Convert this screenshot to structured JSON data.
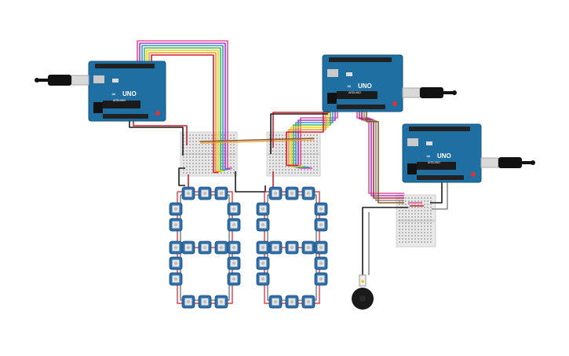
{
  "app": {
    "name": "",
    "canvas_label": ""
  },
  "boards": [
    {
      "id": "arduino-1",
      "logo": "∞",
      "model": "UNO",
      "brand": "ARDUINO"
    },
    {
      "id": "arduino-2",
      "logo": "∞",
      "model": "UNO",
      "brand": "ARDUINO"
    },
    {
      "id": "arduino-3",
      "logo": "∞",
      "model": "UNO",
      "brand": "ARDUINO"
    }
  ],
  "breadboards": [
    {
      "id": "breadboard-1"
    },
    {
      "id": "breadboard-2"
    },
    {
      "id": "breadboard-3"
    }
  ],
  "displays": [
    {
      "id": "seven-segment-digit-1",
      "type": "led-pixel-segments"
    },
    {
      "id": "seven-segment-digit-2",
      "type": "led-pixel-segments"
    }
  ],
  "buzzer": {
    "id": "piezo-buzzer"
  },
  "usb_cables": [
    {
      "id": "usb-cable-1"
    },
    {
      "id": "usb-cable-2"
    },
    {
      "id": "usb-cable-3"
    }
  ],
  "colors": {
    "board": "#1f6fa3",
    "board_dark": "#145580",
    "breadboard": "#e8e8e8",
    "neopixel": "#2f6fa8",
    "wire_red": "#d11f2f",
    "wire_black": "#1a1a1a",
    "wire_orange": "#f39c24",
    "wire_yellow": "#f2d21a",
    "wire_green": "#3bbf4a",
    "wire_blue": "#3a8fe0",
    "wire_purple": "#a53bc9",
    "wire_pink": "#e0529c",
    "wire_brown": "#8b5a2b",
    "wire_gray": "#8a8a8a"
  }
}
